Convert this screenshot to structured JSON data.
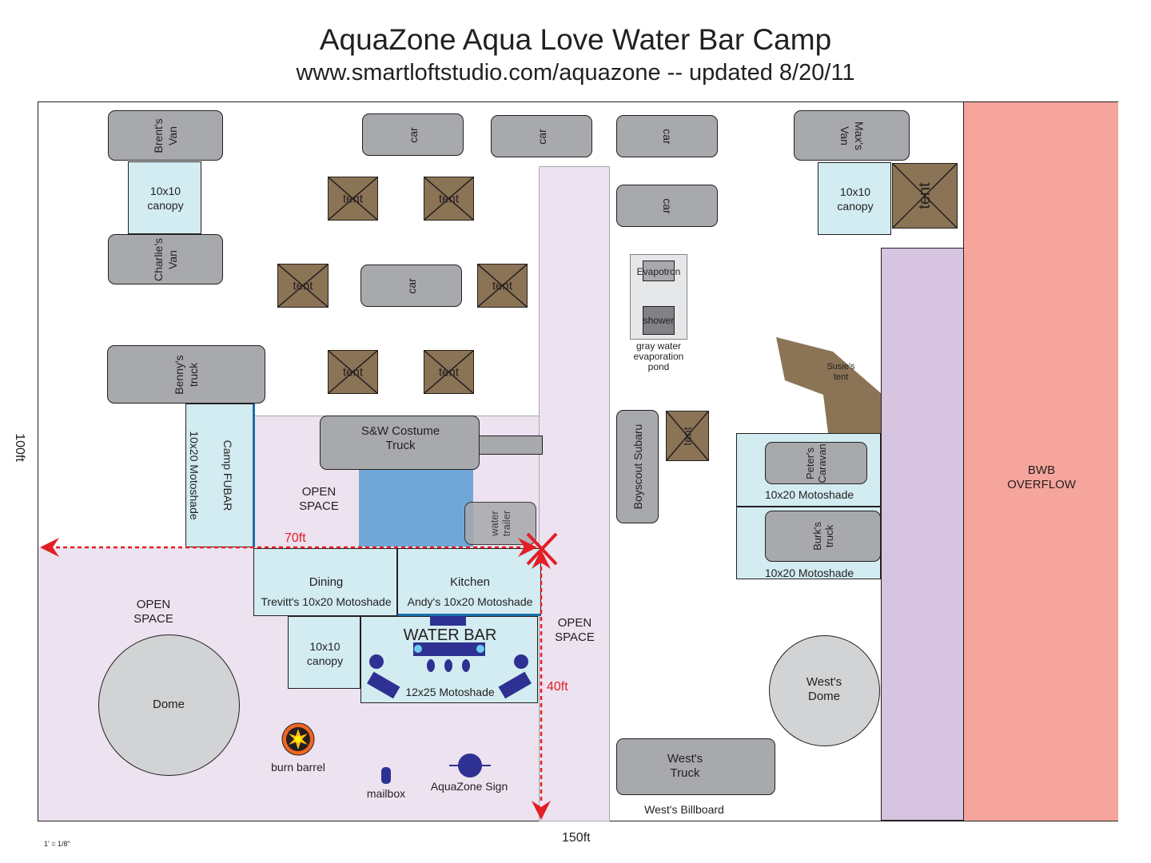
{
  "header": {
    "title": "AquaZone Aqua Love Water Bar Camp",
    "subtitle": "www.smartloftstudio.com/aquazone -- updated 8/20/11"
  },
  "dimensions": {
    "height_label": "100ft",
    "width_label": "150ft",
    "scale": "1' = 1/8\"",
    "arrow_70": "70ft",
    "arrow_40": "40ft"
  },
  "vehicles": {
    "brents_van": "Brent's\nVan",
    "charlies_van": "Charlie's\nVan",
    "bennys_truck": "Benny's\ntruck",
    "maxs_van": "Max's\nVan",
    "car": "car",
    "sw_truck": "S&W Costume\nTruck",
    "water_trailer": "water\ntrailer",
    "boyscout_subaru": "Boyscout Subaru",
    "peters_caravan": "Peter's\nCaravan",
    "burks_truck": "Burk's\ntruck",
    "wests_truck": "West's\nTruck"
  },
  "structures": {
    "canopy_10x10": "10x10\ncanopy",
    "tent": "tent",
    "camp_fubar": "Camp FUBAR",
    "motoshade_10x20": "10x20 Motoshade",
    "open_space": "OPEN\nSPACE",
    "dining": "Dining",
    "dining_sub": "Trevitt's 10x20 Motoshade",
    "kitchen": "Kitchen",
    "kitchen_sub": "Andy's 10x20 Motoshade",
    "water_bar": "WATER BAR",
    "motoshade_12x25": "12x25 Motoshade",
    "dome": "Dome",
    "wests_dome": "West's\nDome",
    "evapotron": "Evapotron",
    "shower": "shower",
    "pond": "gray water\nevaporation\npond",
    "susies_tent": "Susie's\ntent",
    "bwb_overflow": "BWB\nOVERFLOW",
    "burn_barrel": "burn barrel",
    "mailbox": "mailbox",
    "aquazone_sign": "AquaZone Sign",
    "wests_billboard": "West's Billboard"
  },
  "colors": {
    "lavender": "#ede2ef",
    "purple_strip": "#d7c4e0",
    "overflow": "#f6a59c",
    "canopy": "#d2ecf1",
    "vehicle": "#a7a9ac",
    "tent": "#8b7355",
    "water": "#6fa8d6",
    "accent_red": "#e31e24",
    "navy": "#2e3192"
  }
}
